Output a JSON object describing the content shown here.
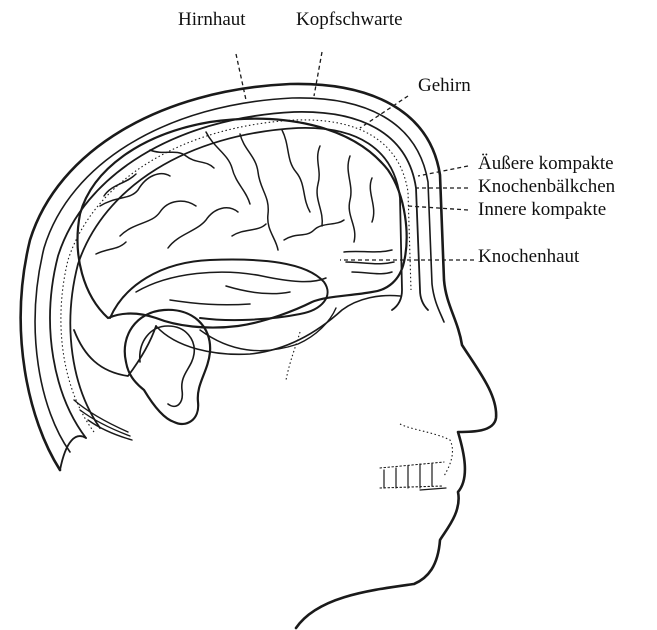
{
  "labels": {
    "hirnhaut": "Hirnhaut",
    "kopfschwarte": "Kopfschwarte",
    "gehirn": "Gehirn",
    "aeussere_kompakte": "Äußere kompakte",
    "knochenbaelkchen": "Knochenbälkchen",
    "innere_kompakte": "Innere kompakte",
    "knochenhaut": "Knochenhaut"
  },
  "colors": {
    "ink": "#1a1a1a",
    "background": "#ffffff"
  }
}
